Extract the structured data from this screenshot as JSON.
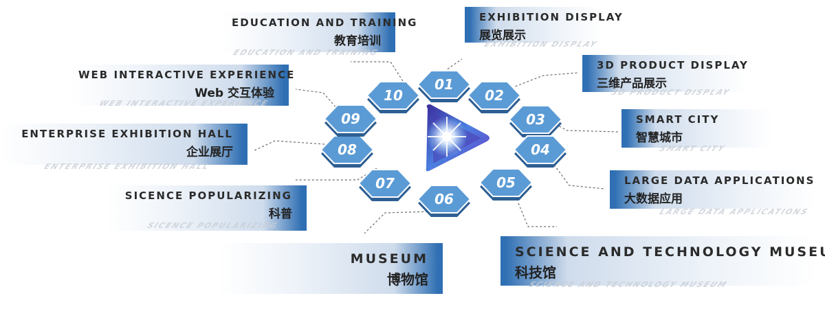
{
  "center_logo": {
    "icon": "play-star-logo-icon"
  },
  "items": [
    {
      "num": "01",
      "en": "EXHIBITION DISPLAY",
      "cn": "展览展示"
    },
    {
      "num": "02",
      "en": "3D PRODUCT DISPLAY",
      "cn": "三维产品展示"
    },
    {
      "num": "03",
      "en": "SMART CITY",
      "cn": "智慧城市"
    },
    {
      "num": "04",
      "en": "LARGE DATA APPLICATIONS",
      "cn": "大数据应用"
    },
    {
      "num": "05",
      "en": "SCIENCE AND TECHNOLOGY MUSEUM",
      "cn": "科技馆"
    },
    {
      "num": "06",
      "en": "MUSEUM",
      "cn": "博物馆"
    },
    {
      "num": "07",
      "en": "SICENCE POPULARIZING",
      "cn": "科普"
    },
    {
      "num": "08",
      "en": "ENTERPRISE EXHIBITION HALL",
      "cn": "企业展厅"
    },
    {
      "num": "09",
      "en": "WEB INTERACTIVE EXPERIENCE",
      "cn": "Web 交互体验"
    },
    {
      "num": "10",
      "en": "EDUCATION AND TRAINING",
      "cn": "教育培训"
    }
  ],
  "colors": {
    "hex_fill": "#5b9bd5",
    "hex_side": "#2e5f93",
    "card_accent": "#2f6fb3"
  }
}
